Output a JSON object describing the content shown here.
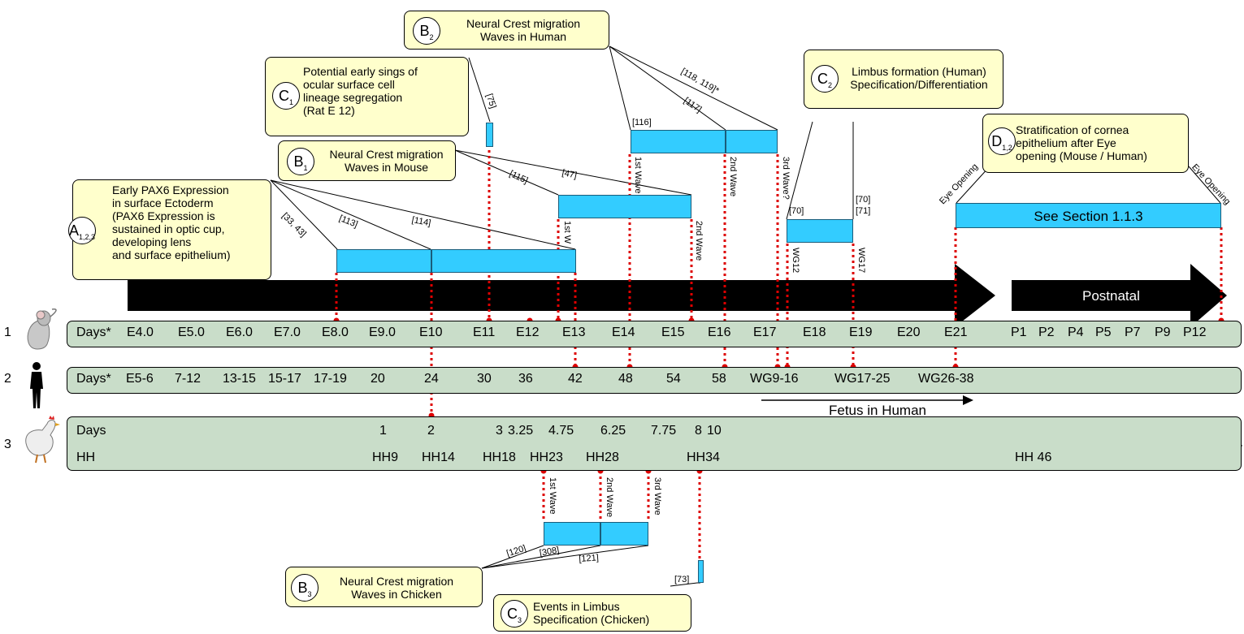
{
  "boxes": {
    "A": {
      "letter": "A",
      "sub": "1,2,3",
      "text": "Early PAX6 Expression\nin surface Ectoderm\n(PAX6 Expression is\nsustained in optic cup,\ndeveloping lens\nand surface epithelium)"
    },
    "B1": {
      "letter": "B",
      "sub": "1",
      "text": "Neural Crest migration\nWaves in Mouse"
    },
    "B2": {
      "letter": "B",
      "sub": "2",
      "text": "Neural Crest migration\nWaves in Human"
    },
    "B3": {
      "letter": "B",
      "sub": "3",
      "text": "Neural Crest migration\nWaves in  Chicken"
    },
    "C1": {
      "letter": "C",
      "sub": "1",
      "text": "Potential early sings of\nocular surface cell\nlineage segregation\n(Rat E 12)"
    },
    "C2": {
      "letter": "C",
      "sub": "2",
      "text": "Limbus formation (Human)\nSpecification/Differentiation"
    },
    "C3": {
      "letter": "C",
      "sub": "3",
      "text": "Events in Limbus\nSpecification (Chicken)"
    },
    "D": {
      "letter": "D",
      "sub": "1,2",
      "text": "Stratification of cornea\nepithelium after Eye\nopening (Mouse / Human)"
    }
  },
  "refs": {
    "r33": "[33, 43]",
    "r113": "[113]",
    "r114": "[114]",
    "r115": "[115]",
    "r47": "[47]",
    "r75": "[75]",
    "r116": "[116]",
    "r117": "[117]",
    "r118": "[118, 119]*",
    "r70a": "[70]",
    "r70b": "[70]",
    "r71": "[71]",
    "r120": "[120]",
    "r308": "[308]",
    "r121": "[121]",
    "r73": "[73]"
  },
  "wave_labels": {
    "m1": "1st W",
    "m2": "2nd Wave",
    "h1": "1st Wave",
    "h2": "2nd Wave",
    "h3": "3rd Wave?",
    "c1": "1st Wave",
    "c2": "2nd Wave",
    "c3": "3rd Wave",
    "wg12": "WG12",
    "wg17": "WG17",
    "eye1": "Eye Opening",
    "eye2": "Eye Opening"
  },
  "section_note": "See Section 1.1.3",
  "postnatal": "Postnatal",
  "fetus_label": "Fetus in Human",
  "rows": {
    "mouse": {
      "num": "1",
      "label": "Days*",
      "ticks": [
        "E4.0",
        "E5.0",
        "E6.0",
        "E7.0",
        "E8.0",
        "E9.0",
        "E10",
        "E11",
        "E12",
        "E13",
        "E14",
        "E15",
        "E16",
        "E17",
        "E18",
        "E19",
        "E20",
        "E21",
        "P1",
        "P2",
        "P4",
        "P5",
        "P7",
        "P9",
        "P12"
      ]
    },
    "human": {
      "num": "2",
      "label": "Days*",
      "ticks": [
        "E5-6",
        "7-12",
        "13-15",
        "15-17",
        "17-19",
        "20",
        "24",
        "30",
        "36",
        "42",
        "48",
        "54",
        "58",
        "WG9-16",
        "WG17-25",
        "WG26-38"
      ]
    },
    "chick": {
      "num": "3",
      "label_days": "Days",
      "label_hh": "HH",
      "days": [
        "1",
        "2",
        "3",
        "3.25",
        "4.75",
        "6.25",
        "7.75",
        "8",
        "10"
      ],
      "hh": [
        "HH9",
        "HH14",
        "HH18",
        "HH23",
        "HH28",
        "HH34",
        "HH 46"
      ]
    }
  },
  "icons": [
    "mouse-icon",
    "human-icon",
    "chicken-icon"
  ],
  "colors": {
    "bar": "#33ccff",
    "box": "#ffffcc",
    "band": "#c9ddc9",
    "marker": "#dd0000"
  }
}
